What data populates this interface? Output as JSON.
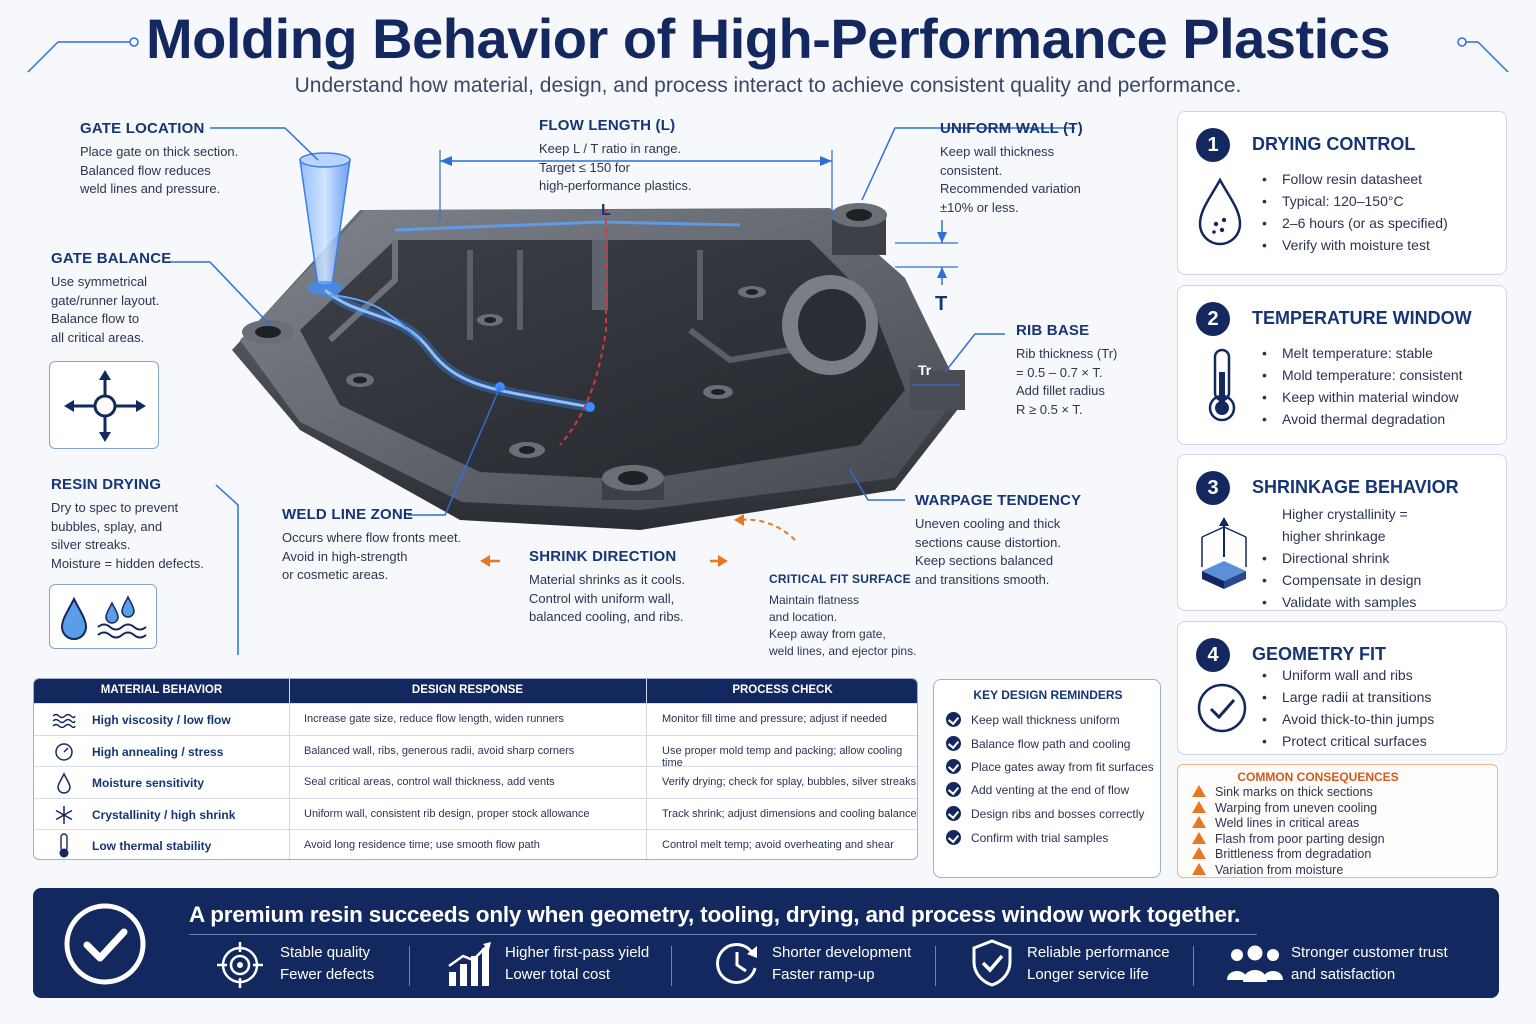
{
  "header": {
    "title": "Molding Behavior of High-Performance Plastics",
    "subtitle": "Understand how material, design, and process interact to achieve consistent quality and performance."
  },
  "callouts": {
    "gate_location": {
      "title": "GATE LOCATION",
      "lines": [
        "Place gate on thick section.",
        "Balanced flow reduces",
        "weld lines and pressure."
      ]
    },
    "gate_balance": {
      "title": "GATE BALANCE",
      "lines": [
        "Use symmetrical",
        "gate/runner layout.",
        "Balance flow to",
        "all critical areas."
      ]
    },
    "resin_drying": {
      "title": "RESIN DRYING",
      "lines": [
        "Dry to spec to prevent",
        "bubbles, splay, and",
        "silver streaks.",
        "Moisture = hidden defects."
      ]
    },
    "flow_length": {
      "title": "FLOW LENGTH (L)",
      "lines": [
        "Keep L / T ratio in range.",
        "Target ≤ 150 for",
        "high-performance plastics."
      ]
    },
    "uniform_wall": {
      "title": "UNIFORM WALL (T)",
      "lines": [
        "Keep wall thickness",
        "consistent.",
        "Recommended variation",
        "±10% or less."
      ]
    },
    "rib_base": {
      "title": "RIB BASE",
      "lines": [
        "Rib thickness (Tr)",
        "= 0.5 – 0.7 × T.",
        "Add fillet radius",
        "R ≥ 0.5 × T."
      ]
    },
    "weld_line": {
      "title": "WELD LINE ZONE",
      "lines": [
        "Occurs where flow fronts meet.",
        "Avoid in high-strength",
        "or cosmetic areas."
      ]
    },
    "shrink_direction": {
      "title": "SHRINK DIRECTION",
      "lines": [
        "Material shrinks as it cools.",
        "Control with uniform wall,",
        "balanced cooling, and ribs."
      ]
    },
    "critical_fit": {
      "title": "CRITICAL FIT SURFACE",
      "lines": [
        "Maintain flatness",
        "and location.",
        "Keep away from gate,",
        "weld lines, and ejector pins."
      ]
    },
    "warpage": {
      "title": "WARPAGE TENDENCY",
      "lines": [
        "Uneven cooling and thick",
        "sections cause distortion.",
        "Keep sections balanced",
        "and transitions smooth."
      ]
    }
  },
  "diagram_labels": {
    "L": "L",
    "T": "T",
    "Tr": "Tr"
  },
  "cards": [
    {
      "num": "1",
      "title": "DRYING CONTROL",
      "items": [
        "Follow resin datasheet",
        "Typical: 120–150°C",
        "2–6 hours (or as specified)",
        "Verify with moisture test"
      ]
    },
    {
      "num": "2",
      "title": "TEMPERATURE WINDOW",
      "items": [
        "Melt temperature: stable",
        "Mold temperature: consistent",
        "Keep within material window",
        "Avoid thermal degradation"
      ]
    },
    {
      "num": "3",
      "title": "SHRINKAGE BEHAVIOR",
      "items": [
        "Higher crystallinity =",
        "higher shrinkage",
        "Directional shrink",
        "Compensate in design",
        "Validate with samples"
      ]
    },
    {
      "num": "4",
      "title": "GEOMETRY FIT",
      "items": [
        "Uniform wall and ribs",
        "Large radii at transitions",
        "Avoid thick-to-thin jumps",
        "Protect critical surfaces"
      ]
    }
  ],
  "table": {
    "headers": [
      "MATERIAL BEHAVIOR",
      "DESIGN RESPONSE",
      "PROCESS CHECK"
    ],
    "rows": [
      {
        "icon": "waves-icon",
        "behavior": "High viscosity / low flow",
        "design": "Increase gate size, reduce flow length, widen runners",
        "process": "Monitor fill time and pressure; adjust if needed"
      },
      {
        "icon": "dial-icon",
        "behavior": "High annealing / stress",
        "design": "Balanced wall, ribs, generous radii, avoid sharp corners",
        "process": "Use proper mold temp and packing; allow cooling time"
      },
      {
        "icon": "droplet-icon",
        "behavior": "Moisture sensitivity",
        "design": "Seal critical areas, control wall thickness, add vents",
        "process": "Verify drying; check for splay, bubbles, silver streaks"
      },
      {
        "icon": "snowflake-icon",
        "behavior": "Crystallinity / high shrink",
        "design": "Uniform wall, consistent rib design, proper stock allowance",
        "process": "Track shrink; adjust dimensions and cooling balance"
      },
      {
        "icon": "thermometer-icon",
        "behavior": "Low thermal stability",
        "design": "Avoid long residence time; use smooth flow path",
        "process": "Control melt temp; avoid overheating and shear"
      }
    ]
  },
  "reminders": {
    "title": "KEY DESIGN REMINDERS",
    "items": [
      "Keep wall thickness uniform",
      "Balance flow path and cooling",
      "Place gates away from fit surfaces",
      "Add venting at the end of flow",
      "Design ribs and bosses correctly",
      "Confirm with trial samples"
    ]
  },
  "consequences": {
    "title": "COMMON CONSEQUENCES",
    "items": [
      "Sink marks on thick sections",
      "Warping from uneven cooling",
      "Weld lines in critical areas",
      "Flash from poor parting design",
      "Brittleness from degradation",
      "Variation from moisture"
    ]
  },
  "banner": {
    "headline": "A premium resin succeeds only when geometry, tooling, drying, and process window work together.",
    "benefits": [
      {
        "icon": "target-icon",
        "l1": "Stable quality",
        "l2": "Fewer defects"
      },
      {
        "icon": "growth-chart-icon",
        "l1": "Higher first-pass yield",
        "l2": "Lower total cost"
      },
      {
        "icon": "clock-icon",
        "l1": "Shorter development",
        "l2": "Faster ramp-up"
      },
      {
        "icon": "shield-check-icon",
        "l1": "Reliable performance",
        "l2": "Longer service life"
      },
      {
        "icon": "people-icon",
        "l1": "Stronger customer trust",
        "l2": "and satisfaction"
      }
    ]
  },
  "colors": {
    "navy": "#13285e",
    "accent_blue": "#2f6fd6",
    "orange": "#e87722",
    "flow_blue": "#3d8bff"
  }
}
